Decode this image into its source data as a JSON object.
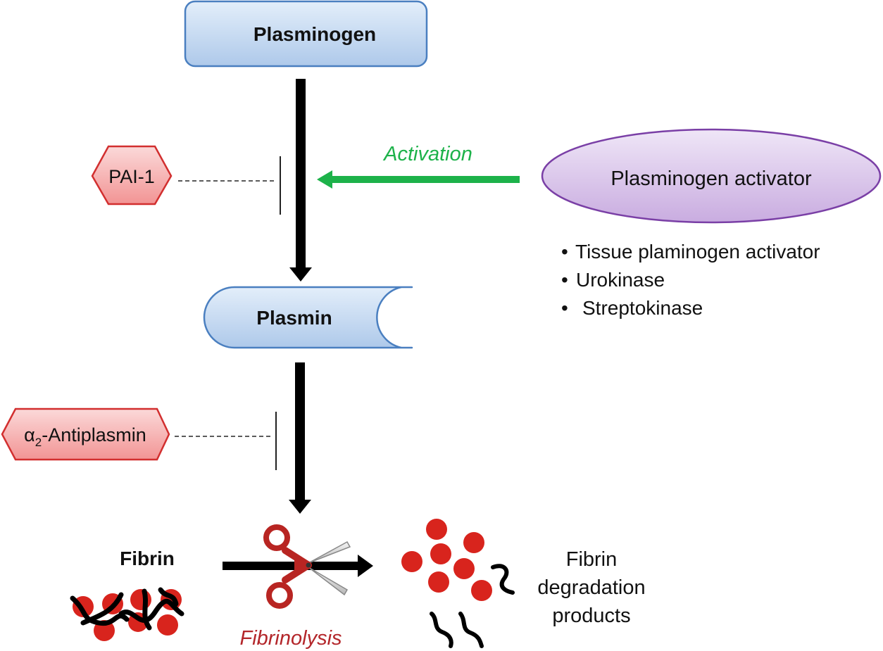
{
  "nodes": {
    "plasminogen": "Plasminogen",
    "plasmin": "Plasmin",
    "plasminogen_activator": "Plasminogen activator",
    "pai1": "PAI-1",
    "antiplasmin": {
      "alpha": "α",
      "sub": "2",
      "rest": "-Antiplasmin"
    },
    "fibrin": "Fibrin"
  },
  "labels": {
    "activation": "Activation",
    "fibrinolysis": "Fibrinolysis"
  },
  "activator_types": [
    "Tissue plaminogen activator",
    "Urokinase",
    "Streptokinase"
  ],
  "bullet": "•",
  "products": [
    "Fibrin",
    "degradation",
    "products"
  ],
  "colors": {
    "box_fill_top": "#e3eefa",
    "box_fill_bottom": "#aec9ea",
    "box_stroke": "#4a7fc0",
    "activator_fill_top": "#efe6f7",
    "activator_fill_bottom": "#c9ace0",
    "activator_stroke": "#7a3fa6",
    "inhibitor_fill": "#f5a8a8",
    "inhibitor_stroke": "#d22f2f",
    "activation_green": "#1db24a",
    "fibrinolysis_red": "#b3262a",
    "fibrin_ball": "#d8241d",
    "scissor_handle": "#b82522"
  }
}
